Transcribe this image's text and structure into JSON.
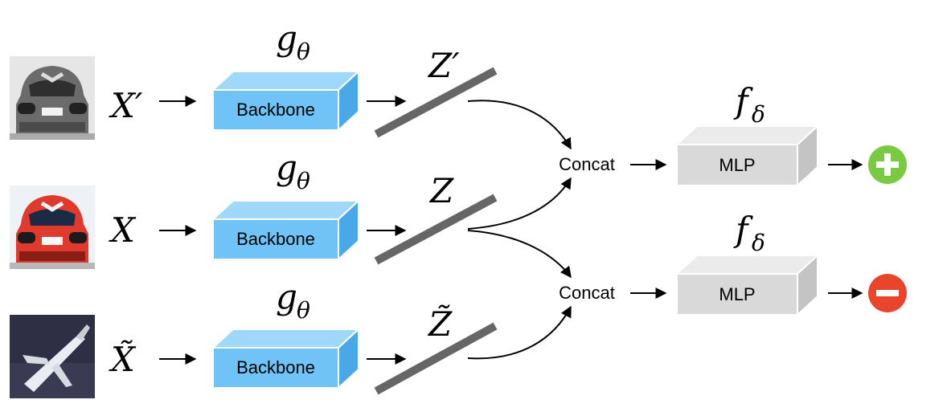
{
  "inputs": [
    {
      "symbol": "X′",
      "image": "car-grayscale"
    },
    {
      "symbol": "X",
      "image": "car-red"
    },
    {
      "symbol": "X̃",
      "image": "airplane"
    }
  ],
  "encoder": {
    "symbol": "g",
    "subscript": "θ",
    "label": "Backbone"
  },
  "features": [
    "Z′",
    "Z",
    "Z̃"
  ],
  "concat_label": "Concat",
  "head": {
    "symbol": "f",
    "subscript": "δ",
    "label": "MLP"
  },
  "outputs": [
    {
      "icon": "plus-icon",
      "color": "#7ac943"
    },
    {
      "icon": "minus-icon",
      "color": "#e8452c"
    }
  ],
  "colors": {
    "backbone_front": "#6fc3f7",
    "backbone_top": "#9fd8fb",
    "backbone_side": "#4aa8e8",
    "mlp_front": "#d9d9d9",
    "mlp_top": "#ebebeb",
    "mlp_side": "#c4c4c4",
    "feature_bar": "#666666"
  }
}
